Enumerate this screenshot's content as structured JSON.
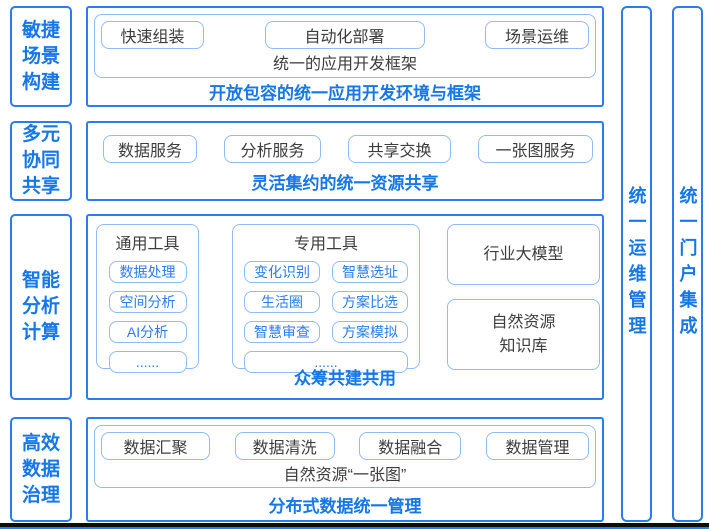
{
  "colors": {
    "accent_strong": "#2B7CEE",
    "accent_light": "#8FBCF5",
    "text_blue": "#1677E8",
    "text_dark": "#3D3D3D"
  },
  "left_labels": [
    {
      "text": "敏捷\n场景\n构建"
    },
    {
      "text": "多元\n协同\n共享"
    },
    {
      "text": "智能\n分析\n计算"
    },
    {
      "text": "高效\n数据\n治理"
    }
  ],
  "rows": [
    {
      "buttons": [
        "快速组装",
        "自动化部署",
        "场景运维"
      ],
      "inner_title": "统一的应用开发框架",
      "caption": "开放包容的统一应用开发环境与框架"
    },
    {
      "buttons": [
        "数据服务",
        "分析服务",
        "共享交换",
        "一张图服务"
      ],
      "caption": "灵活集约的统一资源共享"
    },
    {
      "general_tools": {
        "title": "通用工具",
        "items": [
          "数据处理",
          "空间分析",
          "AI分析",
          "......"
        ]
      },
      "special_tools": {
        "title": "专用工具",
        "items": [
          "变化识别",
          "智慧选址",
          "生活圈",
          "方案比选",
          "智慧审查",
          "方案模拟"
        ],
        "more": "......"
      },
      "industry_model": "行业大模型",
      "knowledge_base": "自然资源\n知识库",
      "caption": "众筹共建共用"
    },
    {
      "buttons": [
        "数据汇聚",
        "数据清洗",
        "数据融合",
        "数据管理"
      ],
      "inner_title": "自然资源“一张图”",
      "caption": "分布式数据统一管理"
    }
  ],
  "right_columns": [
    {
      "text": "统一运维管理"
    },
    {
      "text": "统一门户集成"
    }
  ]
}
